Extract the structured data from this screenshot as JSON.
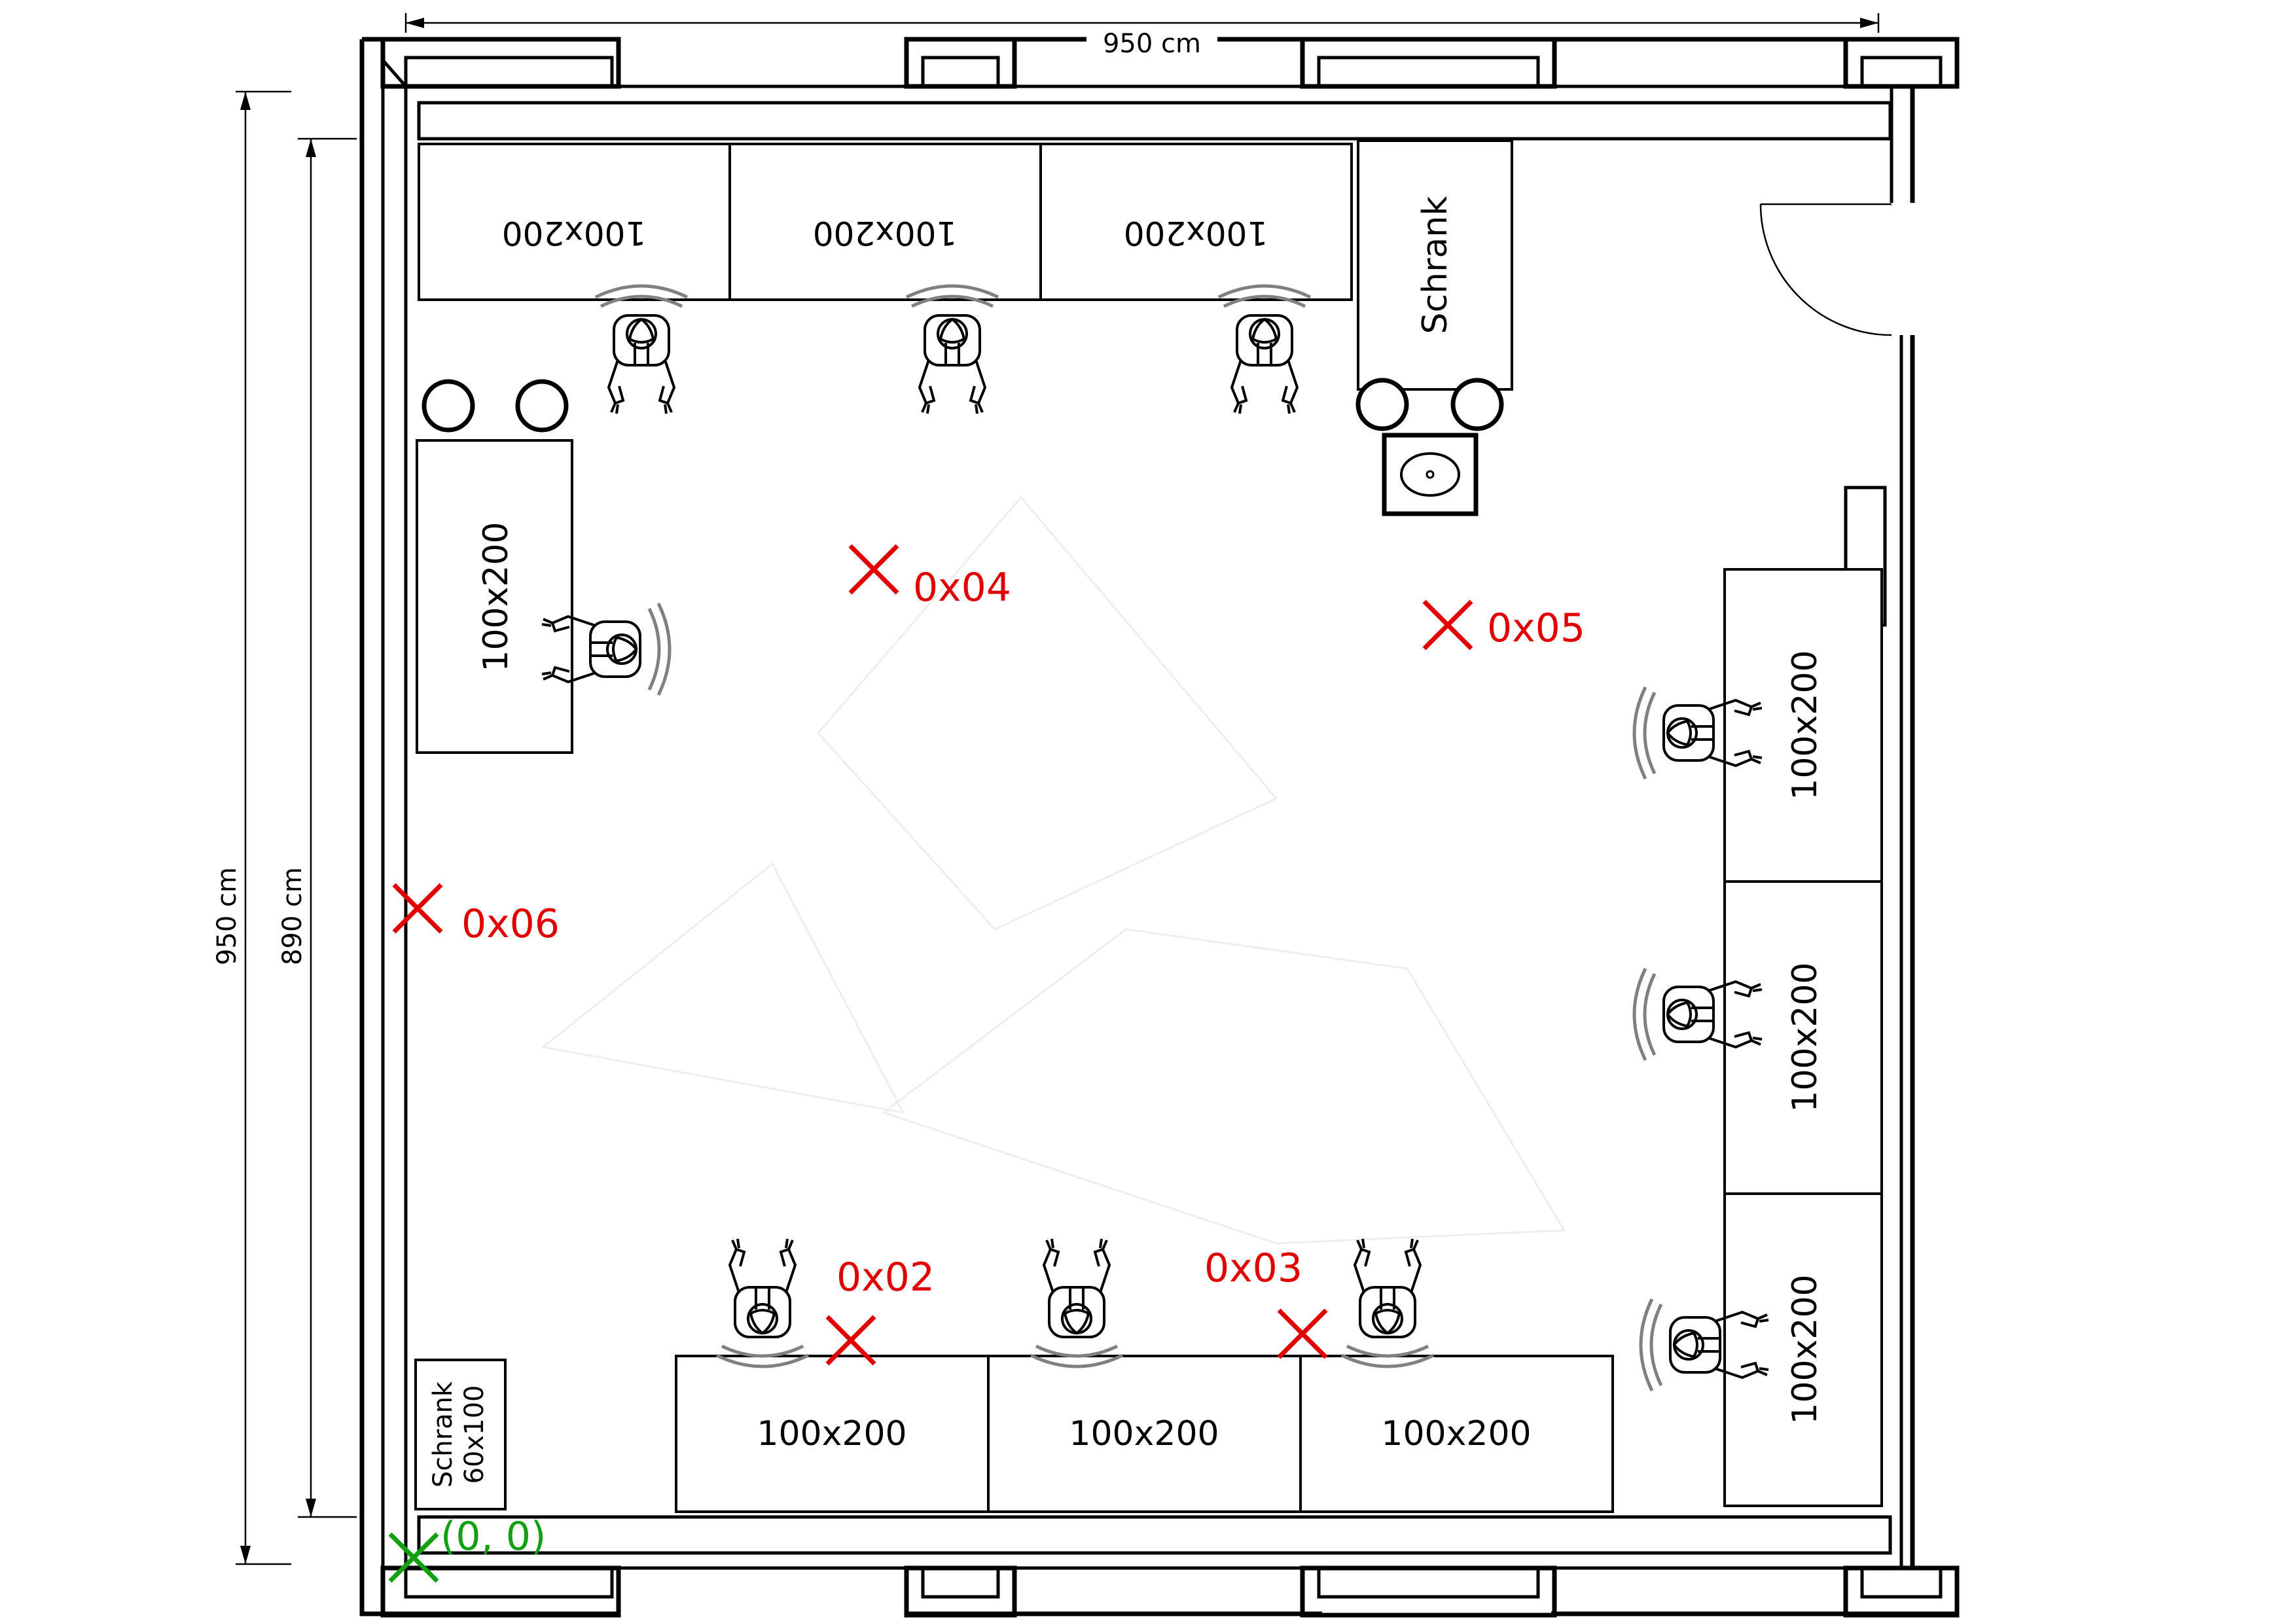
{
  "dimensions": {
    "width_label": "950 cm",
    "height_outer_label": "950 cm",
    "height_inner_label": "890 cm"
  },
  "furniture": {
    "cabinet_top_label": "Schrank",
    "cabinet_bottom_label_line1": "Schrank",
    "cabinet_bottom_label_line2": "60x100",
    "top_desks": [
      "100x200",
      "100x200",
      "100x200"
    ],
    "left_desk": "100x200",
    "right_desks": [
      "100x200",
      "100x200",
      "100x200"
    ],
    "bottom_desks": [
      "100x200",
      "100x200",
      "100x200"
    ]
  },
  "markers": [
    {
      "id": "0x02",
      "label": "0x02"
    },
    {
      "id": "0x03",
      "label": "0x03"
    },
    {
      "id": "0x04",
      "label": "0x04"
    },
    {
      "id": "0x05",
      "label": "0x05"
    },
    {
      "id": "0x06",
      "label": "0x06"
    }
  ],
  "origin": {
    "label": "(0, 0)"
  },
  "colors": {
    "marker": "#e00000",
    "origin": "#12a012",
    "chair": "#808080"
  }
}
